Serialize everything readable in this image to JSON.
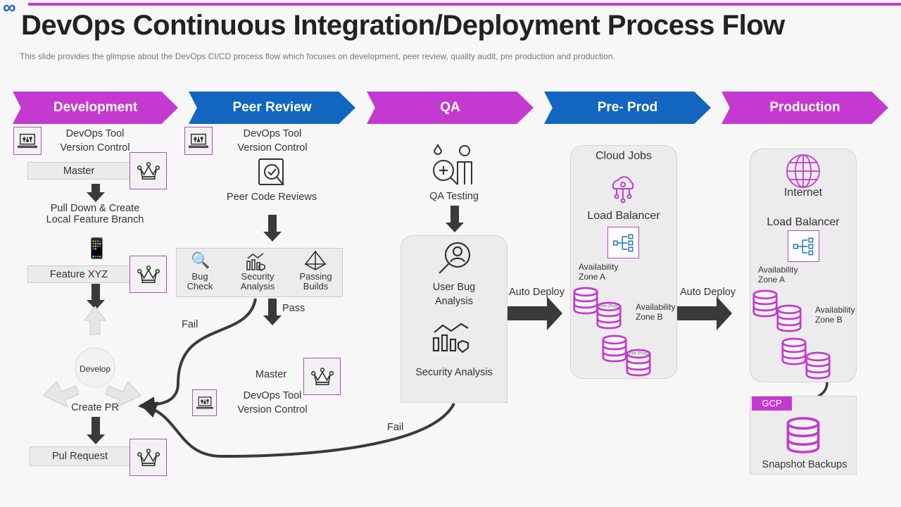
{
  "header": {
    "title": "DevOps Continuous Integration/Deployment Process Flow",
    "subtitle": "This slide provides  the glimpse about the DevOps CI/CD process flow which focuses on development,  peer review,  quality audit, pre production and production."
  },
  "stages": [
    "Development",
    "Peer Review",
    "QA",
    "Pre- Prod",
    "Production"
  ],
  "colors": {
    "magenta": "#c43ad0",
    "blue": "#1266c0",
    "arrow": "#3a3a3a"
  },
  "development": {
    "tool_line1": "DevOps Tool",
    "tool_line2": "Version Control",
    "master": "Master",
    "pull_line1": "Pull Down & Create",
    "pull_line2": "Local Feature Branch",
    "feature": "Feature XYZ",
    "cycle_center": "Develop",
    "create_pr": "Create PR",
    "pull_request": "Pul Request"
  },
  "peer_review": {
    "tool_line1": "DevOps Tool",
    "tool_line2": "Version Control",
    "code_reviews": "Peer Code Reviews",
    "checks": [
      {
        "l1": "Bug",
        "l2": "Check"
      },
      {
        "l1": "Security",
        "l2": "Analysis"
      },
      {
        "l1": "Passing",
        "l2": "Builds"
      }
    ],
    "pass": "Pass",
    "fail": "Fail",
    "master": "Master",
    "tool2_line1": "DevOps Tool",
    "tool2_line2": "Version Control"
  },
  "qa": {
    "testing": "QA Testing",
    "bug_l1": "User Bug",
    "bug_l2": "Analysis",
    "security": "Security Analysis",
    "fail": "Fail"
  },
  "flow": {
    "auto_deploy_1": "Auto Deploy",
    "auto_deploy_2": "Auto Deploy"
  },
  "pre_prod": {
    "cloud_jobs": "Cloud Jobs",
    "load_balancer": "Load Balancer",
    "zone_a_l1": "Availability",
    "zone_a_l2": "Zone A",
    "zone_b_l1": "Availability",
    "zone_b_l2": "Zone B",
    "db_label": "Pre-Prod"
  },
  "production": {
    "internet": "Internet",
    "load_balancer": "Load Balancer",
    "zone_a_l1": "Availability",
    "zone_a_l2": "Zone A",
    "zone_b_l1": "Availability",
    "zone_b_l2": "Zone B",
    "gcp": "GCP",
    "snapshot": "Snapshot Backups"
  }
}
